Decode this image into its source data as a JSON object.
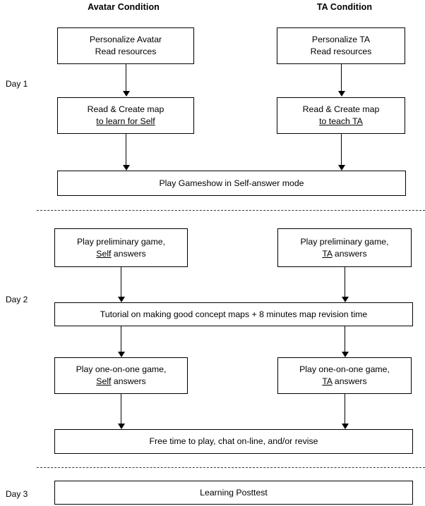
{
  "columns": {
    "left": {
      "header": "Avatar Condition"
    },
    "right": {
      "header": "TA Condition"
    }
  },
  "day_labels": {
    "day1": "Day 1",
    "day2": "Day 2",
    "day3": "Day 3"
  },
  "nodes": {
    "d1_left_top_l1": "Personalize Avatar",
    "d1_left_top_l2": "Read resources",
    "d1_right_top_l1": "Personalize TA",
    "d1_right_top_l2": "Read resources",
    "d1_left_mid_l1": "Read & Create map",
    "d1_left_mid_l2": "to learn for Self",
    "d1_right_mid_l1": "Read & Create map",
    "d1_right_mid_l2": "to teach TA",
    "d1_wide": "Play Gameshow in Self-answer mode",
    "d2_left_top_l1": "Play preliminary game,",
    "d2_left_top_l2a": "Self",
    "d2_left_top_l2b": " answers",
    "d2_right_top_l1": "Play preliminary game,",
    "d2_right_top_l2a": "TA",
    "d2_right_top_l2b": " answers",
    "d2_wide_tutorial": "Tutorial on making good concept maps + 8 minutes map revision time",
    "d2_left_bot_l1": "Play one-on-one game,",
    "d2_left_bot_l2a": "Self",
    "d2_left_bot_l2b": " answers",
    "d2_right_bot_l1": "Play one-on-one game,",
    "d2_right_bot_l2a": "TA",
    "d2_right_bot_l2b": " answers",
    "d2_wide_free": "Free time to play, chat on-line, and/or revise",
    "d3_wide": "Learning Posttest"
  },
  "colors": {
    "stroke": "#000000",
    "background": "#ffffff",
    "divider": "#3a3a3a"
  }
}
